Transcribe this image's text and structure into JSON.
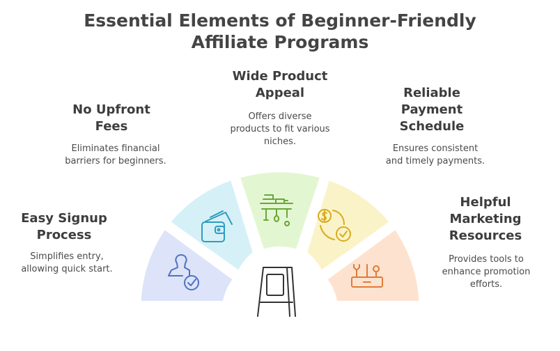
{
  "title": {
    "line1": "Essential Elements of Beginner-Friendly",
    "line2": "Affiliate Programs"
  },
  "elements": [
    {
      "title_lines": [
        "Easy Signup",
        "Process"
      ],
      "desc_lines": [
        "Simplifies entry,",
        "allowing quick start."
      ],
      "color": "#dde3f8",
      "icon": "user-check-icon"
    },
    {
      "title_lines": [
        "No Upfront",
        "Fees"
      ],
      "desc_lines": [
        "Eliminates financial",
        "barriers for beginners."
      ],
      "color": "#d6f0f7",
      "icon": "wallet-money-icon"
    },
    {
      "title_lines": [
        "Wide Product",
        "Appeal"
      ],
      "desc_lines": [
        "Offers diverse",
        "products to fit various",
        "niches."
      ],
      "color": "#e3f6d2",
      "icon": "product-shelf-icon"
    },
    {
      "title_lines": [
        "Reliable",
        "Payment",
        "Schedule"
      ],
      "desc_lines": [
        "Ensures consistent",
        "and timely payments."
      ],
      "color": "#fbf3c8",
      "icon": "coin-check-icon"
    },
    {
      "title_lines": [
        "Helpful",
        "Marketing",
        "Resources"
      ],
      "desc_lines": [
        "Provides tools to",
        "enhance promotion",
        "efforts."
      ],
      "color": "#fde3cf",
      "icon": "toolbox-icon"
    }
  ],
  "center_icon": "a-frame-sign-icon",
  "colors": {
    "icon_blue": "#4f72c4",
    "icon_teal": "#2e9cc0",
    "icon_green": "#6aa63a",
    "icon_yellow": "#d6ac1f",
    "icon_orange": "#e07b38",
    "center_stroke": "#333333"
  }
}
